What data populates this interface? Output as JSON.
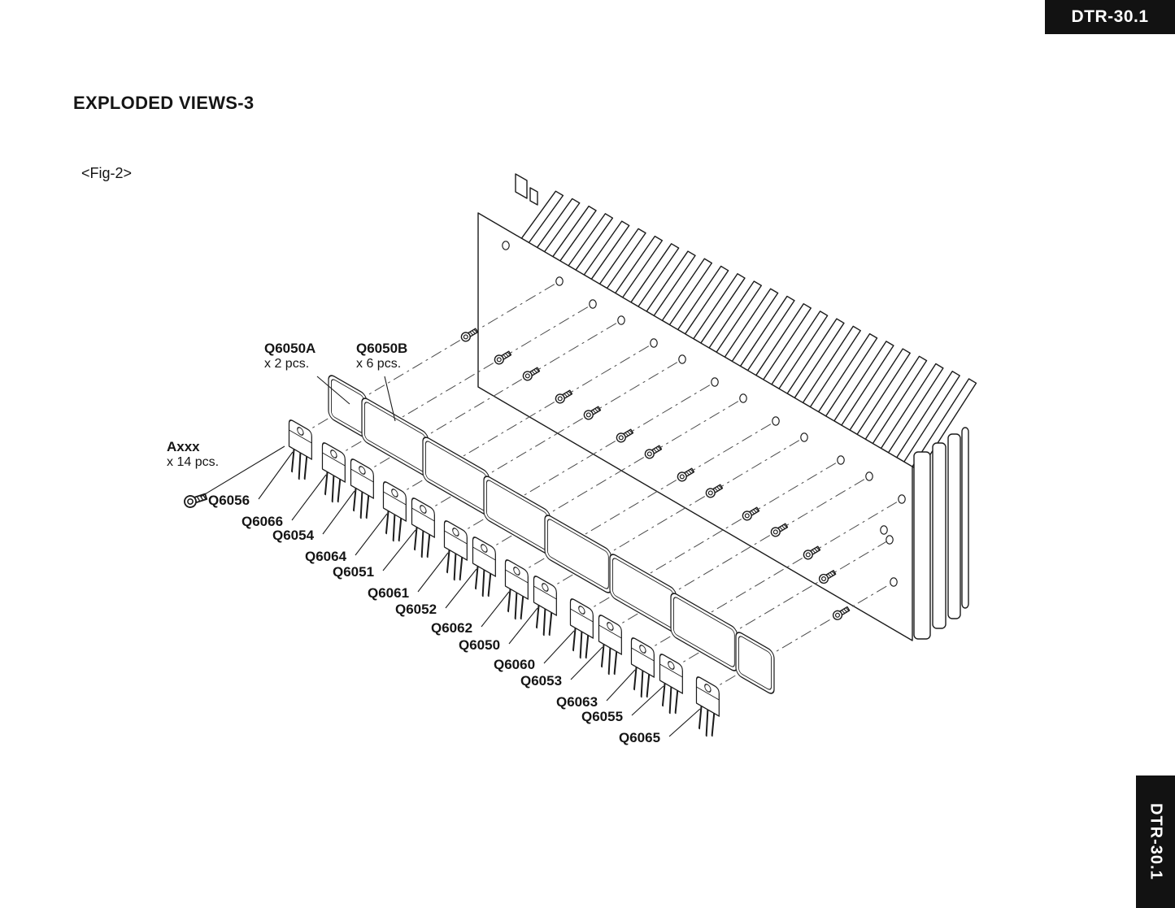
{
  "page": {
    "corner_badge": "DTR-30.1",
    "side_badge": "DTR-30.1",
    "title": "EXPLODED VIEWS-3",
    "figure": "<Fig-2>"
  },
  "callouts": {
    "q6050a_name": "Q6050A",
    "q6050a_qty": "x 2 pcs.",
    "q6050b_name": "Q6050B",
    "q6050b_qty": "x 6 pcs.",
    "axxx_name": "Axxx",
    "axxx_qty": "x 14 pcs."
  },
  "parts": [
    {
      "label": "Q6056"
    },
    {
      "label": "Q6066"
    },
    {
      "label": "Q6054"
    },
    {
      "label": "Q6064"
    },
    {
      "label": "Q6051"
    },
    {
      "label": "Q6061"
    },
    {
      "label": "Q6052"
    },
    {
      "label": "Q6062"
    },
    {
      "label": "Q6050"
    },
    {
      "label": "Q6060"
    },
    {
      "label": "Q6053"
    },
    {
      "label": "Q6063"
    },
    {
      "label": "Q6055"
    },
    {
      "label": "Q6065"
    }
  ]
}
